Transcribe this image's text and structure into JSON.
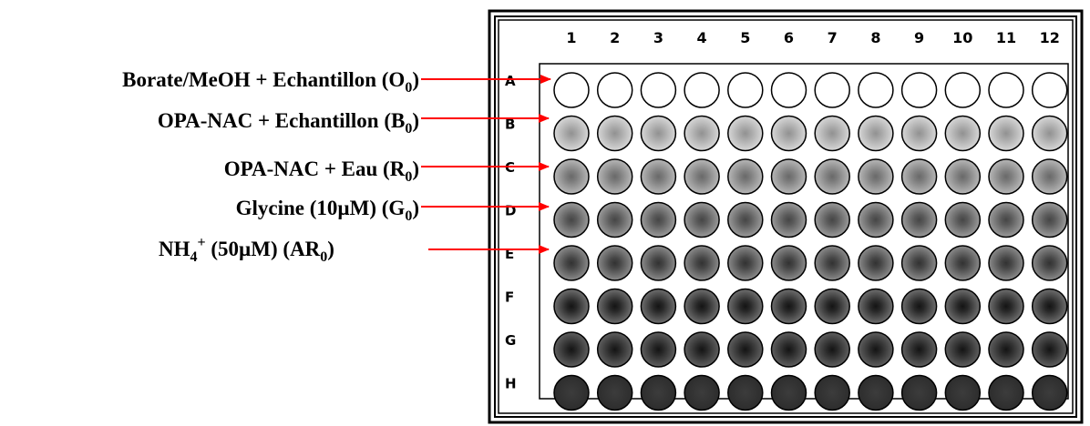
{
  "columns": [
    "1",
    "2",
    "3",
    "4",
    "5",
    "6",
    "7",
    "8",
    "9",
    "10",
    "11",
    "12"
  ],
  "rows": [
    {
      "label": "A",
      "shade": 0.0
    },
    {
      "label": "B",
      "shade": 0.2
    },
    {
      "label": "C",
      "shade": 0.36
    },
    {
      "label": "D",
      "shade": 0.5
    },
    {
      "label": "E",
      "shade": 0.58
    },
    {
      "label": "F",
      "shade": 0.72
    },
    {
      "label": "G",
      "shade": 0.8
    },
    {
      "label": "H",
      "shade": 0.92
    }
  ],
  "legend": [
    {
      "text": "Borate/MeOH + Echantillon (O",
      "sub": "0",
      "tail": ")",
      "row": "A"
    },
    {
      "text": "OPA-NAC + Echantillon (B",
      "sub": "0",
      "tail": ")",
      "row": "B"
    },
    {
      "text": "OPA-NAC + Eau (R",
      "sub": "0",
      "tail": ")",
      "row": "C"
    },
    {
      "text": "Glycine (10µM) (G",
      "sub": "0",
      "tail": ")",
      "row": "D"
    }
  ],
  "legend_nh4": {
    "pre": "NH",
    "sub": "4",
    "sup": "+",
    "mid": " (50µM) (AR",
    "sub2": "0",
    "tail": ")",
    "row": "E"
  },
  "colors": {
    "arrow": "#ff0000",
    "frame": "#000000",
    "well_outline": "#000000"
  }
}
